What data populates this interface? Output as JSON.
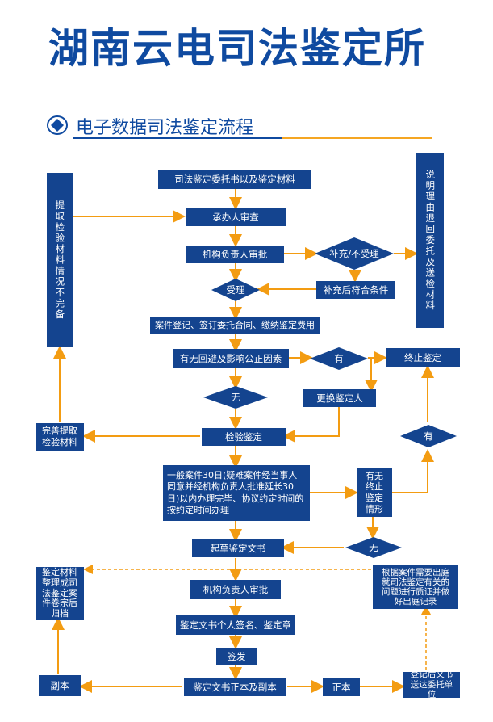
{
  "title": "湖南云电司法鉴定所",
  "section": {
    "heading": "电子数据司法鉴定流程"
  },
  "nodes": {
    "entrust": "司法鉴定委托书以及鉴定材料",
    "review": "承办人审查",
    "approve": "机构负责人审批",
    "supplement_diamond": "补充/不受理",
    "explain_return": "说明理由退回委托及送检材料",
    "accept": "受理",
    "supplement_ok": "补充后符合条件",
    "register": "案件登记、签订委托合同、缴纳鉴定费用",
    "avoid": "有无回避及影响公正因素",
    "yes1": "有",
    "terminate": "终止鉴定",
    "no1": "无",
    "replace": "更换鉴定人",
    "extract_incomplete": "提取检验材料情况不完备",
    "complete_extract": "完善提取\n检验材料",
    "inspect": "检验鉴定",
    "yes2": "有",
    "deadline": "一般案件30日(疑难案件经当事人同意并经机构负责人批准延长30日)以内办理完毕、协议约定时间的按约定时间办理",
    "stop_case": "有无\n终止\n鉴定\n情形",
    "no2": "无",
    "draft": "起草鉴定文书",
    "archive": "鉴定材料\n整理成司\n法鉴定案\n件卷宗后\n归档",
    "court": "根据案件需要出庭\n就司法鉴定有关的\n问题进行质证并做\n好出庭记录",
    "head_approve": "机构负责人审批",
    "sign": "鉴定文书个人签名、鉴定章",
    "issue": "签发",
    "copy": "副本",
    "doc_orig_copy": "鉴定文书正本及副本",
    "original": "正本",
    "deliver": "登记后文书\n送达委托单位"
  }
}
